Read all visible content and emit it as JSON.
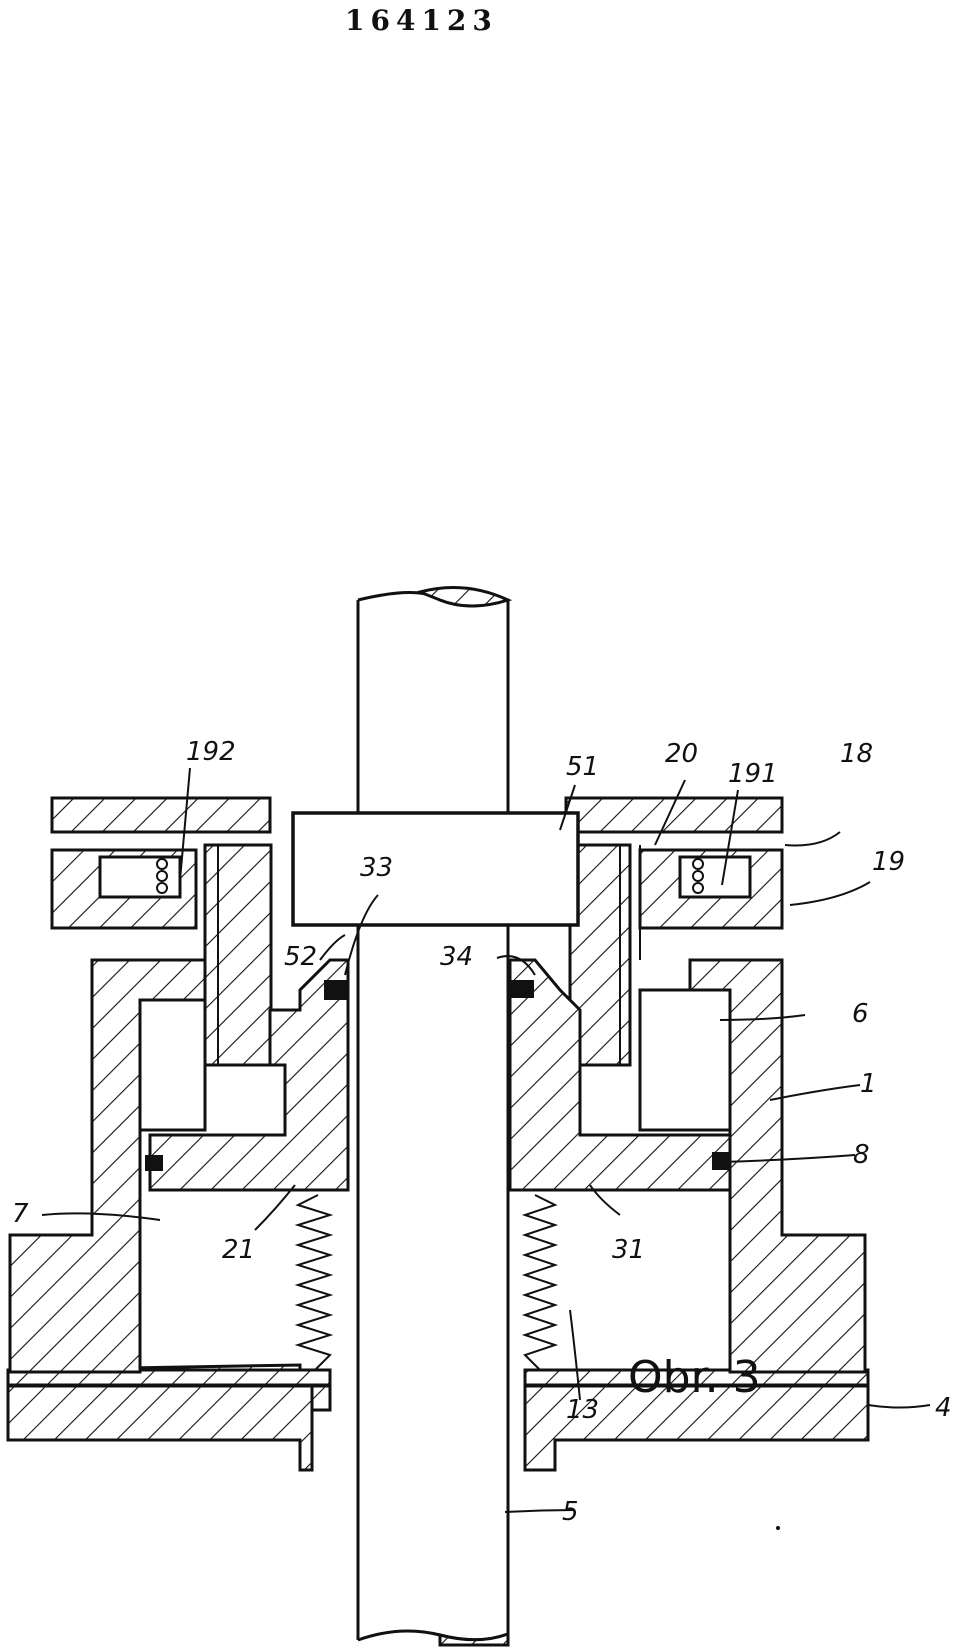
{
  "page_number": "164123",
  "figure_label": "Obr. 3",
  "part_labels": {
    "l192": "192",
    "l51": "51",
    "l20": "20",
    "l191": "191",
    "l18": "18",
    "l19": "19",
    "l33": "33",
    "l52": "52",
    "l34": "34",
    "l6": "6",
    "l1": "1",
    "l8": "8",
    "l7": "7",
    "l21": "21",
    "l31": "31",
    "l4": "4",
    "l13": "13",
    "l5": "5"
  }
}
